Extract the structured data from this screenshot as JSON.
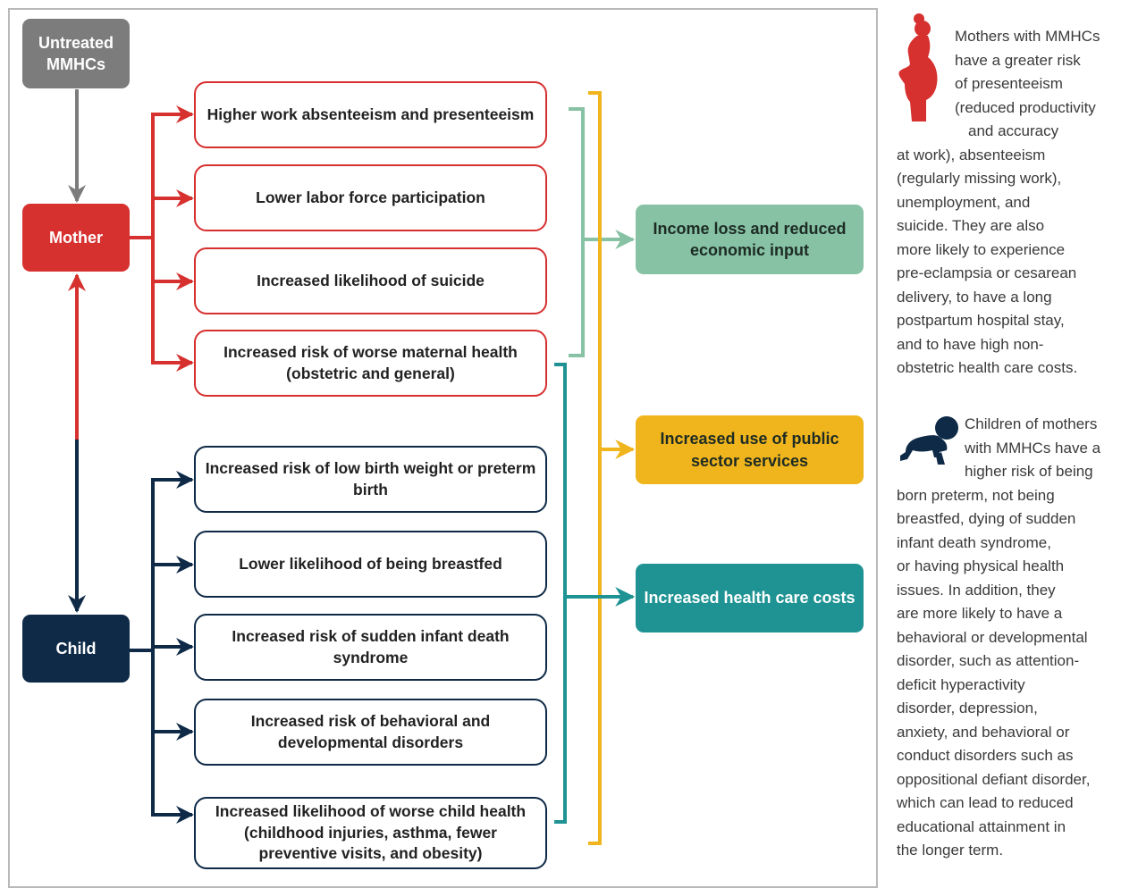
{
  "colors": {
    "untreated": "#7c7c7c",
    "mother": "#d6302f",
    "child": "#0e2a47",
    "income": "#86c2a3",
    "public": "#f0b51c",
    "health": "#1f9393",
    "text": "#222222"
  },
  "sources": {
    "untreated": "Untreated MMHCs",
    "mother": "Mother",
    "child": "Child"
  },
  "mother_effects": [
    "Higher work absenteeism and presenteeism",
    "Lower labor force participation",
    "Increased likelihood of suicide",
    "Increased risk of worse maternal health (obstetric and general)"
  ],
  "child_effects": [
    "Increased risk of low birth weight or preterm birth",
    "Lower likelihood of being breastfed",
    "Increased risk of sudden infant death syndrome",
    "Increased risk of behavioral and developmental disorders",
    "Increased likelihood of worse child health (childhood injuries, asthma, fewer preventive visits, and obesity)"
  ],
  "outcomes": {
    "income": "Income loss and reduced economic input",
    "public": "Increased use of public sector services",
    "health": "Increased health care costs"
  },
  "icons": {
    "mother": "pregnant-woman-icon",
    "child": "crawling-baby-icon"
  },
  "side_text": {
    "mother_lines": [
      "Mothers with MMHCs",
      "have a greater risk",
      "of presenteeism",
      "(reduced productivity",
      "and accuracy",
      "at work), absenteeism",
      "(regularly missing work),",
      "unemployment, and",
      "suicide. They are also",
      "more likely to experience",
      "pre-eclampsia or cesarean",
      "delivery, to have a long",
      "postpartum hospital stay,",
      "and to have high non-",
      "obstetric health care costs."
    ],
    "child_lines": [
      "Children of mothers",
      "with MMHCs have a",
      "higher risk of being",
      "born preterm, not being",
      "breastfed, dying of sudden",
      "infant death syndrome,",
      "or having physical health",
      "issues. In addition, they",
      "are more likely to have a",
      "behavioral or developmental",
      "disorder, such as attention-",
      "deficit hyperactivity",
      "disorder, depression,",
      "anxiety, and behavioral or",
      "conduct disorders such as",
      "oppositional defiant disorder,",
      "which can lead to reduced",
      "educational attainment in",
      "the longer term."
    ]
  }
}
